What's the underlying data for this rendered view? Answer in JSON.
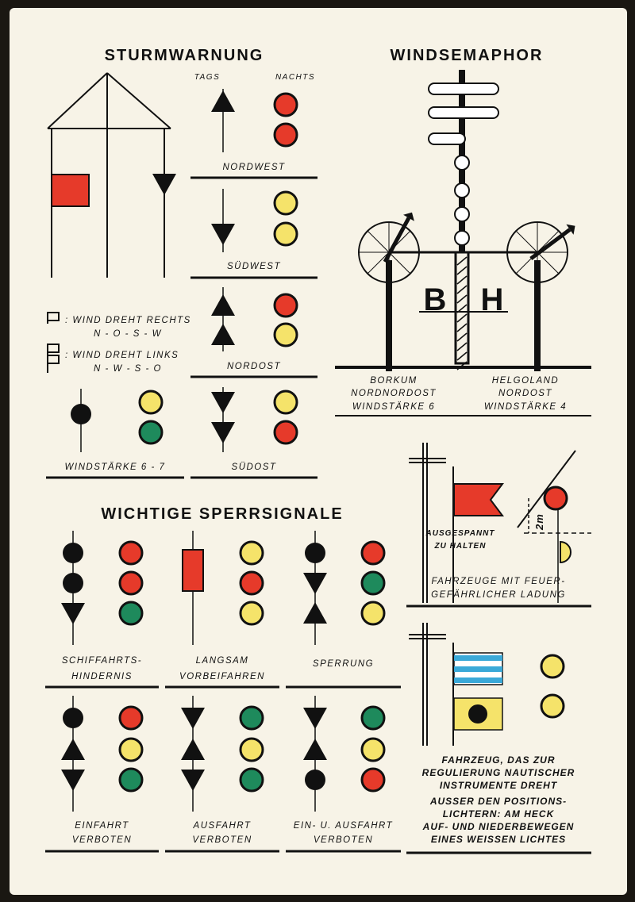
{
  "colors": {
    "red": "#e63a2a",
    "yellow": "#f5e36a",
    "green": "#1e8a5c",
    "black": "#111111",
    "paper": "#f7f3e7",
    "blue": "#3aa9d8"
  },
  "storm": {
    "title": "STURMWARNUNG",
    "col_day": "TAGS",
    "col_night": "NACHTS",
    "rows": [
      {
        "label": "NORDWEST",
        "shapes": [
          "up"
        ],
        "lights": [
          "red",
          "red"
        ]
      },
      {
        "label": "SÜDWEST",
        "shapes": [
          "down"
        ],
        "lights": [
          "yellow",
          "yellow"
        ]
      },
      {
        "label": "NORDOST",
        "shapes": [
          "up",
          "up"
        ],
        "lights": [
          "red",
          "yellow"
        ]
      },
      {
        "label": "SÜDOST",
        "shapes": [
          "down",
          "down"
        ],
        "lights": [
          "yellow",
          "red"
        ]
      }
    ],
    "legend": [
      {
        "text": ": WIND DREHT RECHTS",
        "sub": "N - O - S - W"
      },
      {
        "text": ": WIND DREHT LINKS",
        "sub": "N - W - S - O"
      }
    ],
    "windstaerke": {
      "label": "WINDSTÄRKE  6 - 7",
      "shapes": [
        "ball"
      ],
      "lights": [
        "yellow",
        "green"
      ]
    }
  },
  "semaphor": {
    "title": "WINDSEMAPHOR",
    "letter_left": "B",
    "letter_right": "H",
    "left": [
      "BORKUM",
      "NORDNORDOST",
      "WINDSTÄRKE 6"
    ],
    "right": [
      "HELGOLAND",
      "NORDOST",
      "WINDSTÄRKE 4"
    ]
  },
  "feuer": {
    "flag_caption": [
      "AUSGESPANNT",
      "ZU HALTEN"
    ],
    "height_mark": "2m",
    "caption": [
      "FAHRZEUGE MIT FEUER-",
      "GEFÄHRLICHER LADUNG"
    ]
  },
  "nautisch": {
    "caption": [
      "FAHRZEUG, DAS ZUR",
      "REGULIERUNG NAUTISCHER",
      "INSTRUMENTE DREHT"
    ],
    "note": [
      "AUSSER DEN POSITIONS-",
      "LICHTERN: AM HECK",
      "AUF- UND NIEDERBEWEGEN",
      "EINES WEISSEN LICHTES"
    ],
    "lights": [
      "yellow",
      "yellow"
    ]
  },
  "sperr": {
    "title": "WICHTIGE SPERRSIGNALE",
    "cells": [
      {
        "label": [
          "SCHIFFAHRTS-",
          "HINDERNIS"
        ],
        "shapes": [
          "ball",
          "ball",
          "down"
        ],
        "lights": [
          "red",
          "red",
          "green"
        ]
      },
      {
        "label": [
          "LANGSAM",
          "VORBEIFAHREN"
        ],
        "shapes": [
          "rect"
        ],
        "lights": [
          "yellow",
          "red",
          "yellow"
        ]
      },
      {
        "label": [
          "SPERRUNG"
        ],
        "shapes": [
          "ball",
          "down",
          "up"
        ],
        "lights": [
          "red",
          "green",
          "yellow"
        ]
      },
      {
        "label": [
          "EINFAHRT",
          "VERBOTEN"
        ],
        "shapes": [
          "ball",
          "up",
          "down"
        ],
        "lights": [
          "red",
          "yellow",
          "green"
        ]
      },
      {
        "label": [
          "AUSFAHRT",
          "VERBOTEN"
        ],
        "shapes": [
          "down",
          "up",
          "down"
        ],
        "lights": [
          "green",
          "yellow",
          "green"
        ]
      },
      {
        "label": [
          "EIN- U. AUSFAHRT",
          "VERBOTEN"
        ],
        "shapes": [
          "down",
          "up",
          "ball"
        ],
        "lights": [
          "green",
          "yellow",
          "red"
        ]
      }
    ]
  }
}
